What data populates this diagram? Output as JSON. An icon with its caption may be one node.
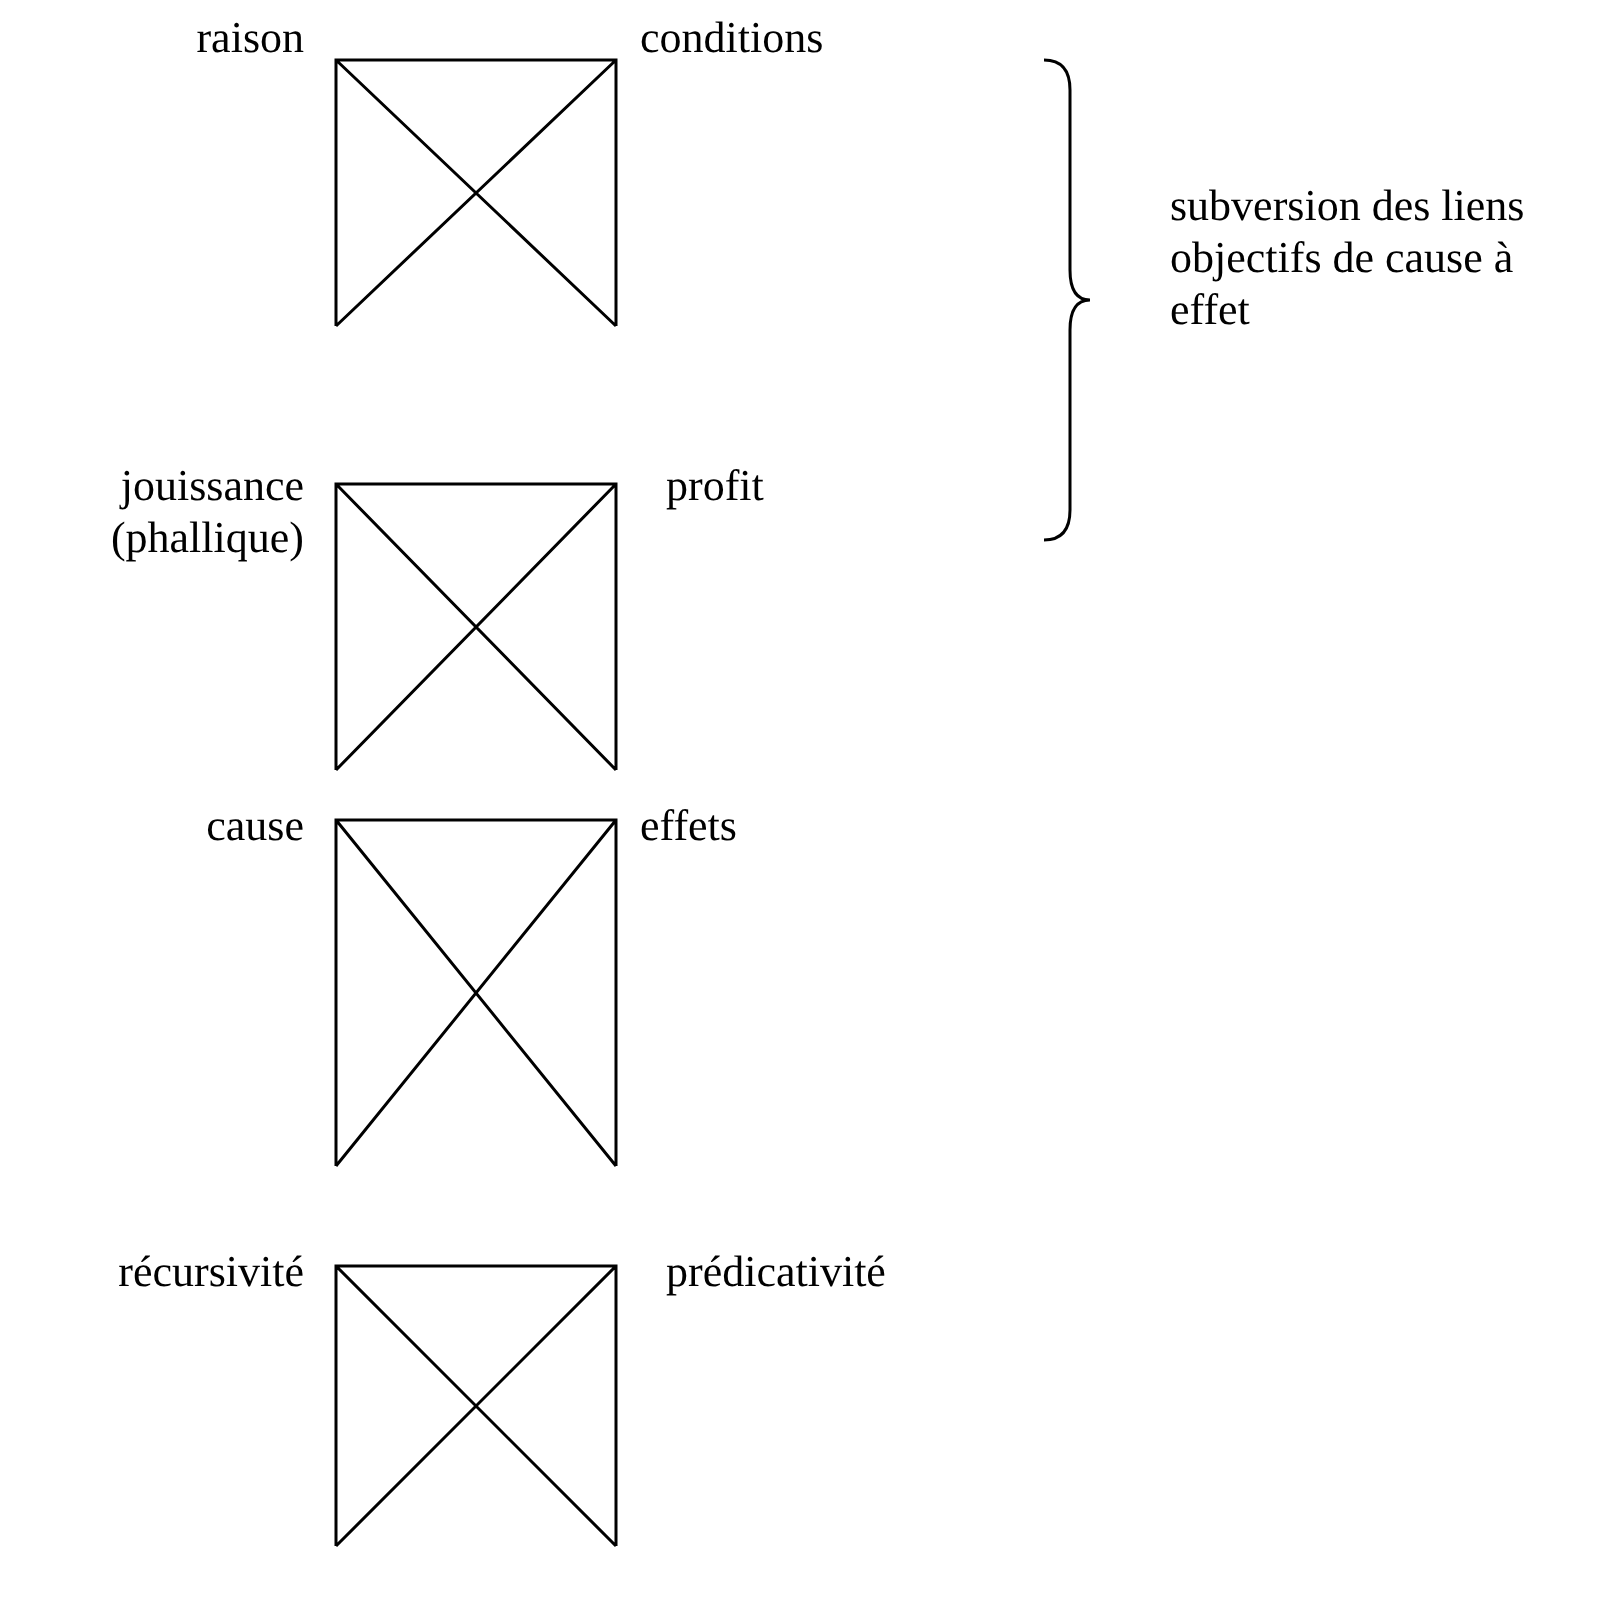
{
  "diagram": {
    "labels": [
      "raison",
      "conditions",
      "subversion des liens objectifs de cause à effet",
      "jouissance (phallique)",
      "profit",
      "cause",
      "effets",
      "récursivité",
      "prédicativité"
    ]
  }
}
